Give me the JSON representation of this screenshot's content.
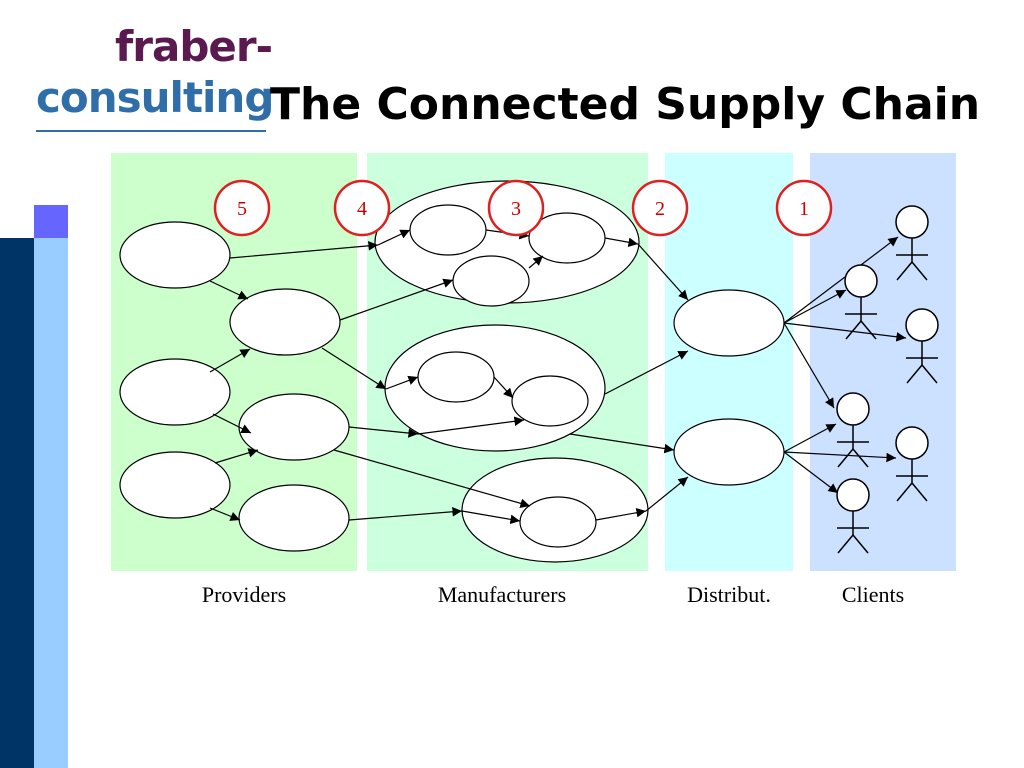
{
  "logo": {
    "line1": "fraber-",
    "line2": "consulting"
  },
  "title": "The Connected Supply Chain",
  "columns": {
    "providers": "Providers",
    "manufacturers": "Manufacturers",
    "distributors": "Distribut.",
    "clients": "Clients"
  },
  "steps": [
    "5",
    "4",
    "3",
    "2",
    "1"
  ],
  "colors": {
    "providers_bg": "#ccffcc",
    "manufacturers_bg": "#ccffdd",
    "distributors_bg": "#ccffff",
    "clients_bg": "#cce0ff",
    "step_circle": "#e02020",
    "side_dark": "#003366",
    "side_light": "#99ccff",
    "side_accent": "#6666ff"
  }
}
